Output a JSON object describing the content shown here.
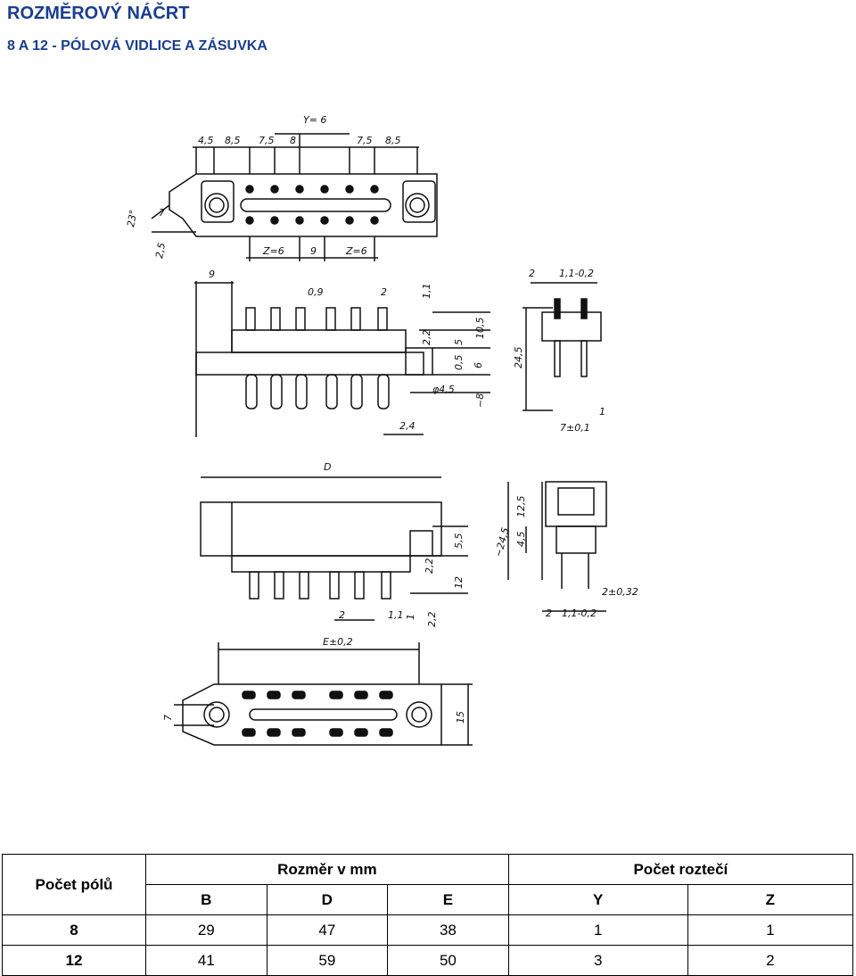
{
  "document": {
    "title": "ROZMĚROVÝ NÁČRT",
    "subtitle": "8 A 12 - PÓLOVÁ VIDLICE A ZÁSUVKA"
  },
  "drawing": {
    "labels": {
      "y": "Y= 6",
      "d1": "4,5",
      "d2": "8,5",
      "d3": "7,5",
      "d4": "8",
      "d5": "7,5",
      "d6": "8,5",
      "angle": "23°",
      "seven": "7",
      "twofive": "2,5",
      "z1": "Z=6",
      "nine": "9",
      "z2": "Z=6",
      "nine2": "9",
      "pitch": "0,9",
      "two1": "2",
      "oneone": "1,1",
      "twotwo": "2,2",
      "five": "5",
      "halfmm": "0,5",
      "six": "6",
      "ten": "10,5",
      "diam": "φ4,5",
      "eight": "~8",
      "twofour": "2,4",
      "side2": "2",
      "side11": "1,1-0,2",
      "side245": "24,5",
      "side7": "7±0,1",
      "side1": "1",
      "dD": "D",
      "fivefive": "5,5",
      "twotwo2": "2,2",
      "twelve": "12",
      "twotwo3": "2,2",
      "two2": "2",
      "one1": "1,1",
      "one": "1",
      "s245": "~24,5",
      "s45": "4,5",
      "s125": "12,5",
      "s2032": "2±0,32",
      "s2": "2",
      "s11": "1,1-0,2",
      "eE": "E±0,2",
      "e7": "7",
      "e15": "15"
    }
  },
  "table": {
    "header_poles": "Počet pólů",
    "header_dims": "Rozměr v mm",
    "header_pitch": "Počet roztečí",
    "columns": [
      "B",
      "D",
      "E",
      "Y",
      "Z"
    ],
    "rows": [
      {
        "poles": "8",
        "B": "29",
        "D": "47",
        "E": "38",
        "Y": "1",
        "Z": "1"
      },
      {
        "poles": "12",
        "B": "41",
        "D": "59",
        "E": "50",
        "Y": "3",
        "Z": "2"
      }
    ]
  }
}
